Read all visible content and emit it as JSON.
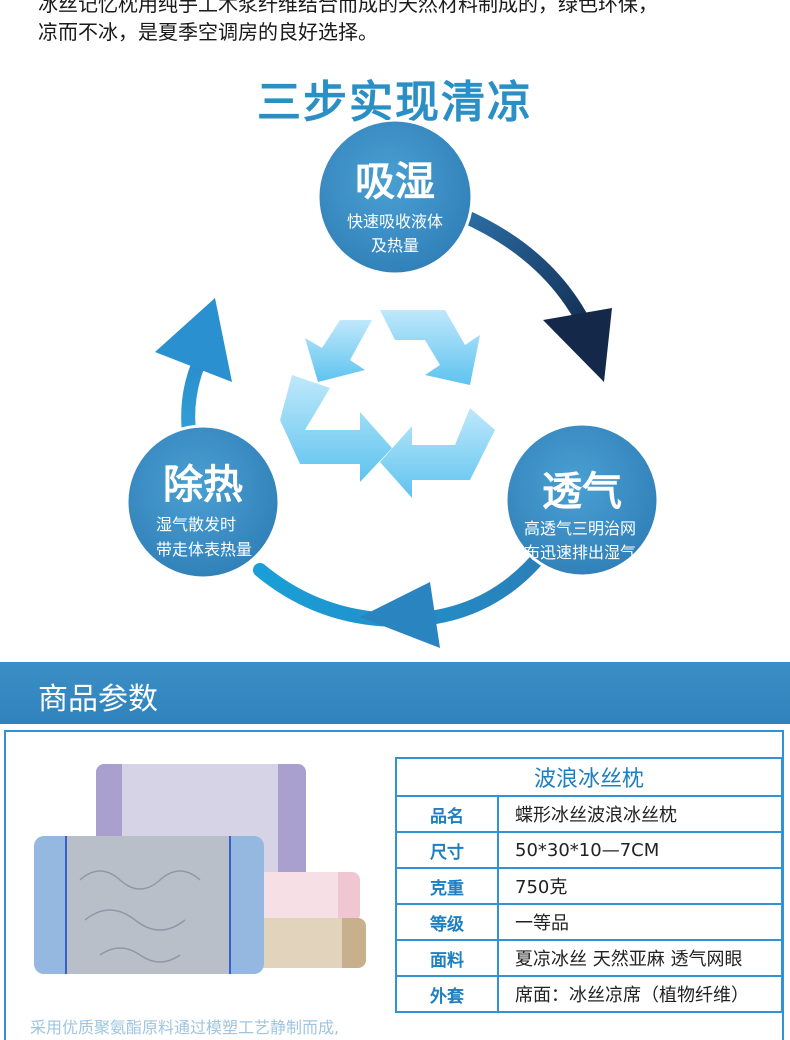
{
  "intro": {
    "line1": "冰丝记忆枕用纯手工木浆纤维结合而成的天然材料制成的，绿色环保，",
    "line2": "凉而不冰，是夏季空调房的良好选择。"
  },
  "headline": "三步实现清凉",
  "steps": [
    {
      "title": "吸湿",
      "desc1": "快速吸收液体",
      "desc2": "及热量"
    },
    {
      "title": "透气",
      "desc1": "高透气三明治网",
      "desc2": "布迅速排出湿气"
    },
    {
      "title": "除热",
      "desc1": "湿气散发时",
      "desc2": "带走体表热量"
    }
  ],
  "section": {
    "title": "商品参数"
  },
  "product": {
    "caption": "采用优质聚氨酯原料通过模塑工艺静制而成,",
    "table_title": "波浪冰丝枕",
    "rows": [
      {
        "key": "品名",
        "value": "蝶形冰丝波浪冰丝枕"
      },
      {
        "key": "尺寸",
        "value": "50*30*10—7CM"
      },
      {
        "key": "克重",
        "value": "750克"
      },
      {
        "key": "等级",
        "value": "一等品"
      },
      {
        "key": "面料",
        "value": "夏凉冰丝 天然亚麻 透气网眼"
      },
      {
        "key": "外套",
        "value": "席面：冰丝凉席（植物纤维）"
      }
    ]
  },
  "colors": {
    "accent": "#2f93d6",
    "banner": "#3489c2",
    "headline": "#2a8fc4",
    "dark_arrow": "#14284a"
  },
  "icons": {
    "center": "recycle-icon"
  }
}
